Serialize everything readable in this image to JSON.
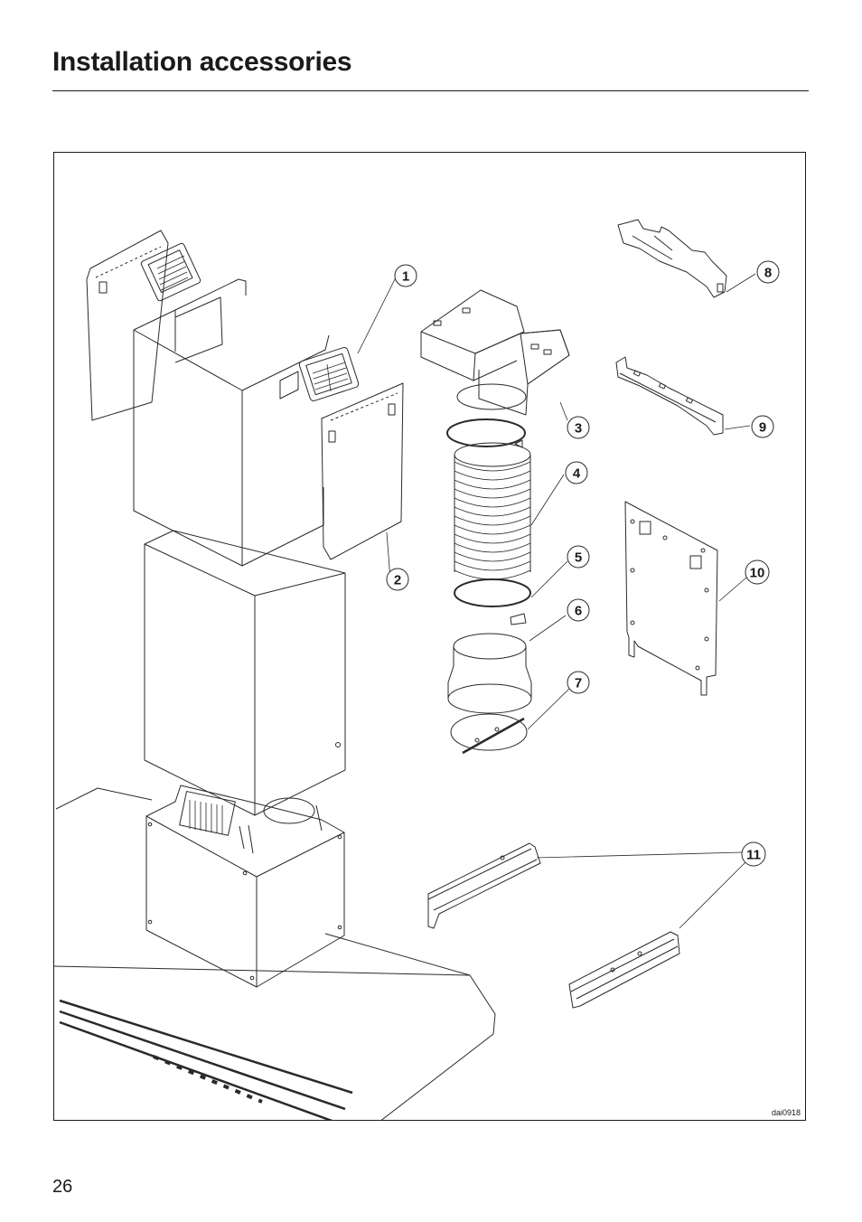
{
  "page": {
    "title": "Installation accessories",
    "page_number": "26"
  },
  "figure": {
    "code": "dai0918",
    "callouts": [
      "1",
      "2",
      "3",
      "4",
      "5",
      "6",
      "7",
      "8",
      "9",
      "10",
      "11"
    ]
  }
}
